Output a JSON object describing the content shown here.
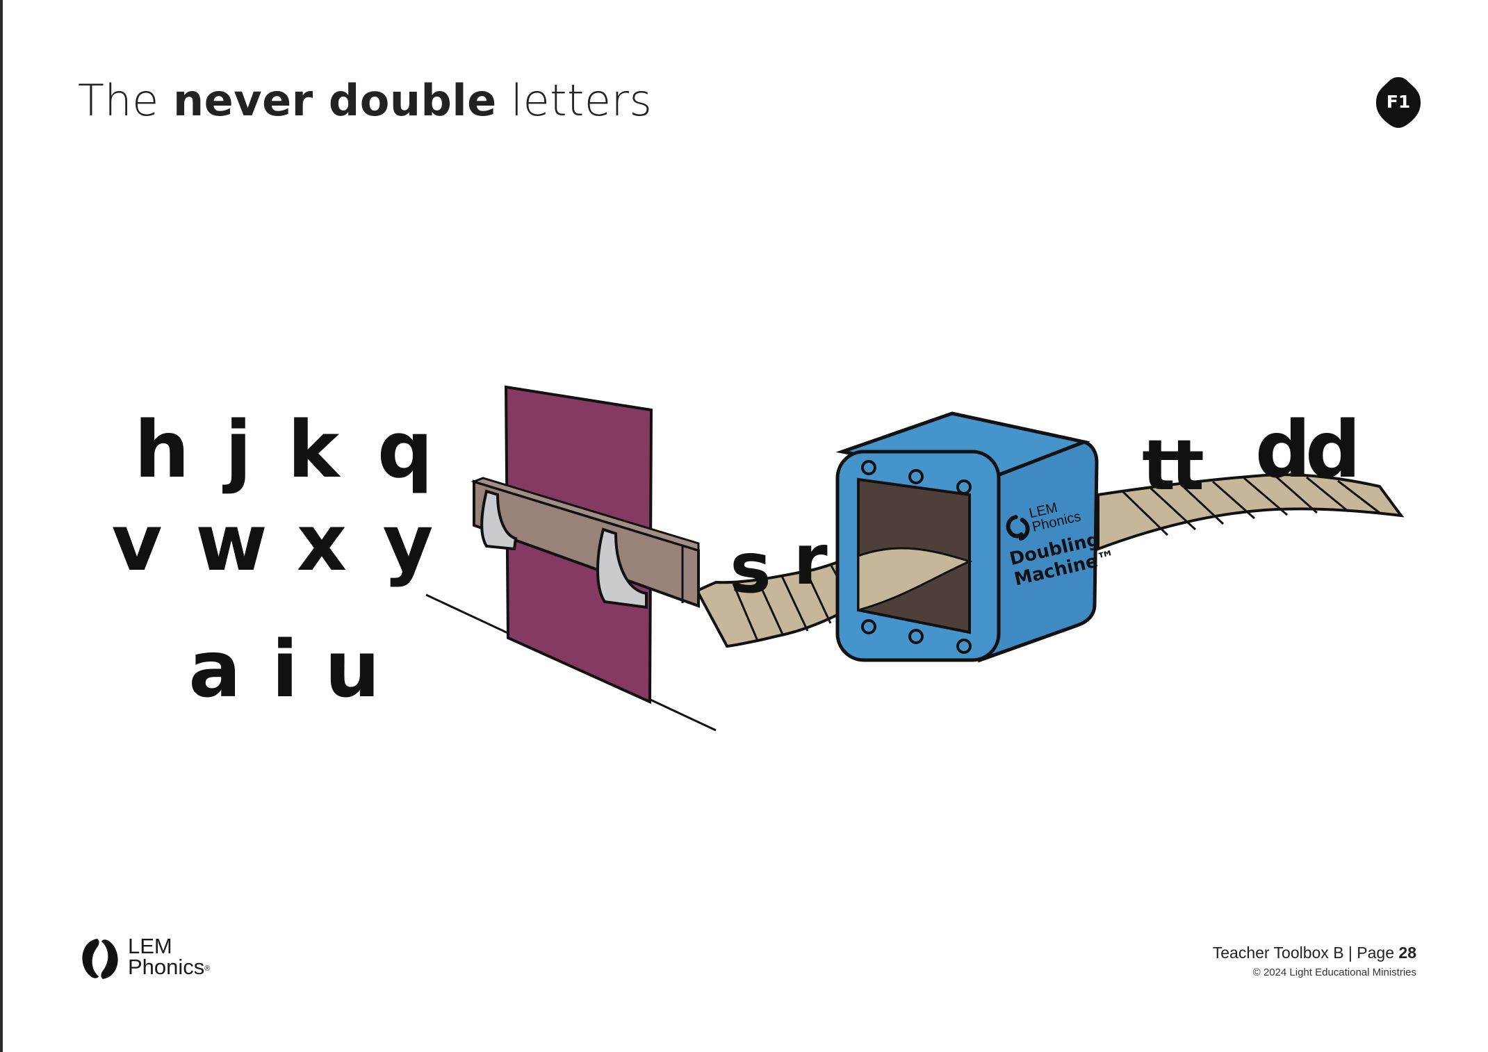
{
  "title": {
    "prefix": "The ",
    "emphasis": "never double",
    "suffix": " letters"
  },
  "page_badge": "F1",
  "never_double_letters": {
    "row1": [
      "h",
      "j",
      "k",
      "q"
    ],
    "row2": [
      "v",
      "w",
      "x",
      "y"
    ],
    "row3": [
      "a",
      "i",
      "u"
    ]
  },
  "belt_letters": {
    "before_machine": [
      "s",
      "r"
    ],
    "after_machine": [
      "tt",
      "dd"
    ]
  },
  "machine": {
    "brand_line1": "LEM",
    "brand_line2": "Phonics",
    "name_line1": "Doubling",
    "name_line2": "Machine™"
  },
  "logo": {
    "line1": "LEM",
    "line2": "Phonics",
    "mark": "®"
  },
  "footer": {
    "book": "Teacher Toolbox B | Page ",
    "page_number": "28",
    "copyright": "© 2024 Light Educational Ministries"
  },
  "colors": {
    "door": "#853a62",
    "machine": "#4594cc",
    "belt": "#c7b79a",
    "bar": "#98827a",
    "hook": "#c9cbce",
    "badge": "#111111"
  },
  "icons": {
    "badge": "rounded-drop-badge",
    "logo": "lem-phonics-swirl-icon"
  }
}
